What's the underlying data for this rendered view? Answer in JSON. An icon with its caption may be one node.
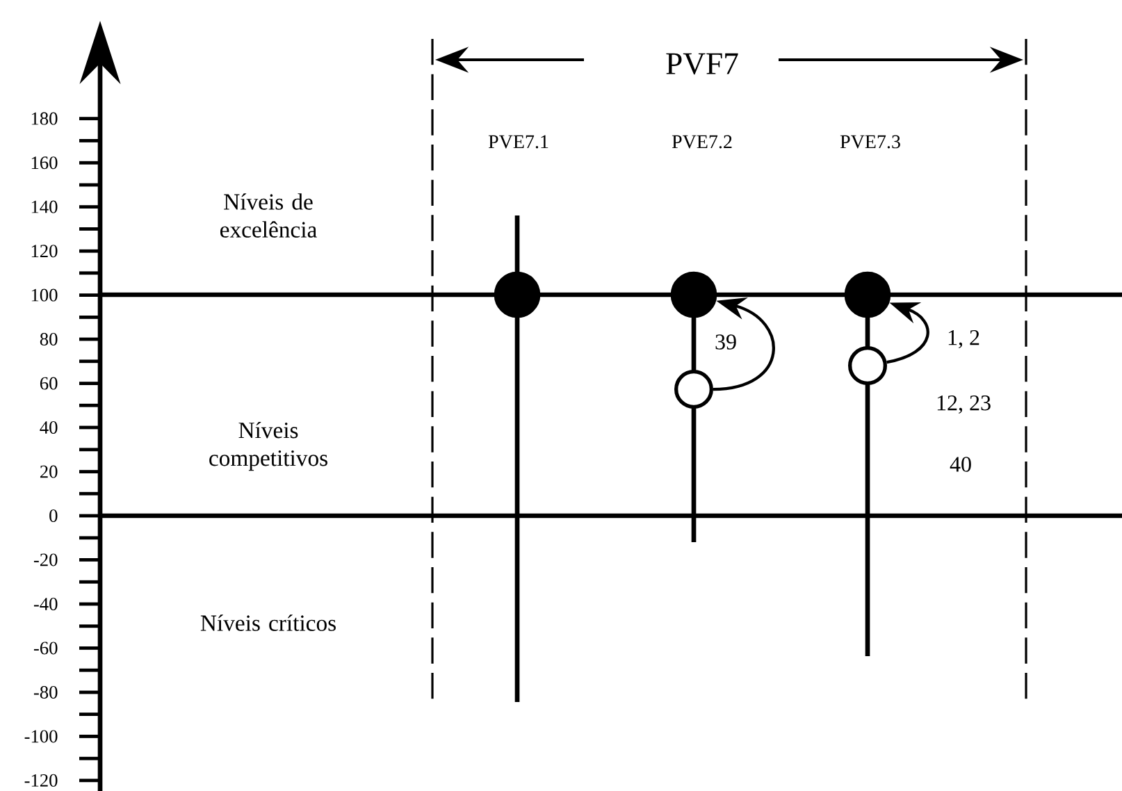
{
  "diagram": {
    "nodes": [
      {
        "text": [],
        "shape": "dot"
      },
      {
        "text": [],
        "shape": "dot"
      },
      {
        "text": [],
        "shape": "dot"
      },
      {
        "text": [],
        "shape": "circle"
      },
      {
        "text": [],
        "shape": "circle"
      }
    ],
    "edges": [
      {
        "from": 3,
        "to": 1,
        "arrow": "to",
        "label": "39"
      },
      {
        "from": 4,
        "to": 2,
        "arrow": "to"
      }
    ],
    "labels": [
      "PVF7",
      "PVE7.1",
      "PVE7.2",
      "PVE7.3",
      "180",
      "160",
      "140",
      "120",
      "100",
      "80",
      "60",
      "40",
      "20",
      "0",
      "-20",
      "-40",
      "-60",
      "-80",
      "-100",
      "-120",
      "Níveis de excelência",
      "Níveis competitivos",
      "Níveis críticos",
      "1, 2",
      "12, 23",
      "40"
    ]
  }
}
